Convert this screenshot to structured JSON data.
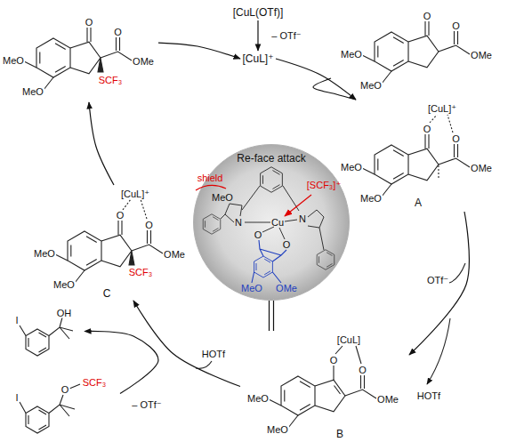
{
  "diagram": {
    "nodes": [
      {
        "text": [
          "[CuL(OTf)]"
        ]
      },
      {
        "text": [
          "[CuL]⁺"
        ]
      },
      {
        "text": [
          "O",
          "O",
          "OMe",
          "MeO",
          "MeO"
        ]
      },
      {
        "text": [
          "[CuL]⁺",
          "O",
          "O",
          "OMe",
          "MeO",
          "MeO",
          "A"
        ]
      },
      {
        "text": [
          "[CuL]",
          "O",
          "O",
          "OMe",
          "MeO",
          "MeO",
          "B"
        ]
      },
      {
        "text": [
          "[CuL]⁺",
          "O",
          "O",
          "OMe",
          "MeO",
          "MeO",
          "SCF₃",
          "C"
        ]
      },
      {
        "text": [
          "O",
          "O",
          "OMe",
          "MeO",
          "MeO",
          "SCF₃"
        ]
      },
      {
        "text": [
          "I",
          "OH"
        ]
      },
      {
        "text": [
          "I",
          "O",
          "SCF₃"
        ]
      },
      {
        "text": [
          "Re-face attack",
          "shield",
          "MeO",
          "[SCF₃]⁺",
          "N",
          "Cu",
          "N",
          "O",
          "O",
          "MeO",
          "OMe"
        ]
      }
    ],
    "edges": [
      {
        "from": 0,
        "to": 1,
        "arrow": "to",
        "label": "– OTf⁻"
      },
      {
        "from": 1,
        "to": 3,
        "arrow": "to"
      },
      {
        "from": 2,
        "to": 3,
        "arrow": "none"
      },
      {
        "from": 3,
        "to": 4,
        "arrow": "to"
      },
      {
        "from": 4,
        "to": 5,
        "arrow": "to"
      },
      {
        "from": 8,
        "to": 7,
        "arrow": "to"
      },
      {
        "from": 5,
        "to": 6,
        "arrow": "to"
      },
      {
        "from": 6,
        "to": 1,
        "arrow": "to"
      },
      {
        "from": 9,
        "to": 4,
        "arrow": "none"
      }
    ],
    "labels": [
      "OTf⁻",
      "HOTf",
      "HOTf",
      "– OTf⁻"
    ]
  }
}
